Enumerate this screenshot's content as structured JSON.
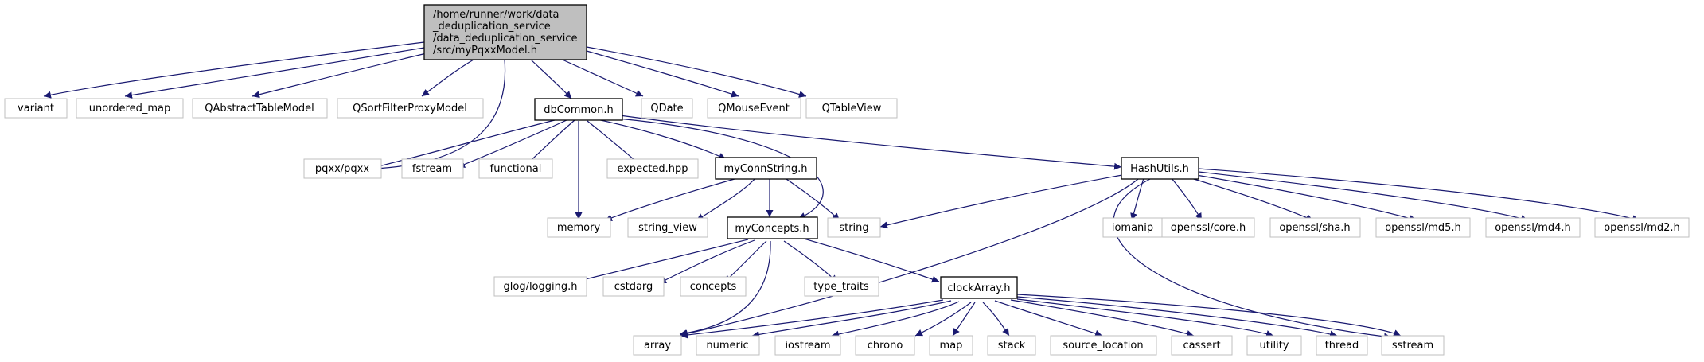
{
  "diagram": {
    "root": {
      "label_lines": [
        "/home/runner/work/data",
        "_deduplication_service",
        "/data_deduplication_service",
        "/src/myPqxxModel.h"
      ]
    },
    "nodes": {
      "variant": "variant",
      "unordered_map": "unordered_map",
      "qabstracttablemodel": "QAbstractTableModel",
      "qsortfilterproxymodel": "QSortFilterProxyModel",
      "dbcommon": "dbCommon.h",
      "qdate": "QDate",
      "qmouseevent": "QMouseEvent",
      "qtableview": "QTableView",
      "pqxx": "pqxx/pqxx",
      "fstream": "fstream",
      "functional": "functional",
      "expected": "expected.hpp",
      "myconnstring": "myConnString.h",
      "hashutils": "HashUtils.h",
      "memory": "memory",
      "string_view": "string_view",
      "myconcepts": "myConcepts.h",
      "string": "string",
      "iomanip": "iomanip",
      "openssl_core": "openssl/core.h",
      "openssl_sha": "openssl/sha.h",
      "openssl_md5": "openssl/md5.h",
      "openssl_md4": "openssl/md4.h",
      "openssl_md2": "openssl/md2.h",
      "glog": "glog/logging.h",
      "cstdarg": "cstdarg",
      "concepts": "concepts",
      "type_traits": "type_traits",
      "clockarray": "clockArray.h",
      "array": "array",
      "numeric": "numeric",
      "iostream": "iostream",
      "chrono": "chrono",
      "map": "map",
      "stack": "stack",
      "source_location": "source_location",
      "cassert": "cassert",
      "utility": "utility",
      "thread": "thread",
      "sstream": "sstream"
    },
    "colors": {
      "edge": "#191970",
      "root_fill": "#bfbfbf",
      "documented_border": "#000000",
      "external_border": "#bfbfbf"
    }
  }
}
